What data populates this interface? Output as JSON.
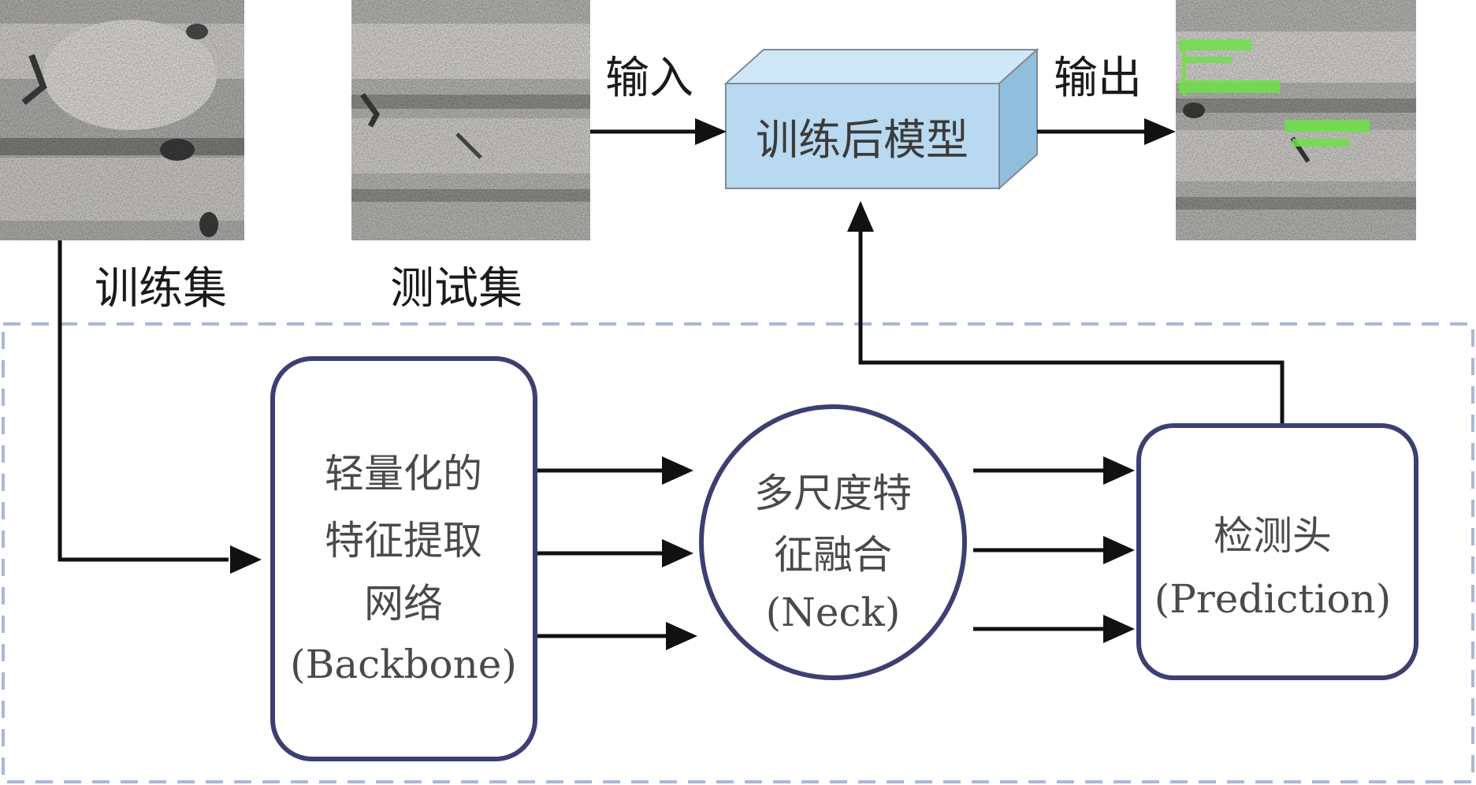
{
  "images": {
    "train": "train-image",
    "test": "test-image",
    "output": "output-image"
  },
  "labels": {
    "train_set": "训练集",
    "test_set": "测试集",
    "input": "输入",
    "output": "输出"
  },
  "model": {
    "label": "训练后模型"
  },
  "nodes": {
    "backbone": {
      "lines": [
        "轻量化的",
        "特征提取",
        "网络",
        "(Backbone)"
      ]
    },
    "neck": {
      "lines": [
        "多尺度特",
        "征融合",
        "(Neck)"
      ]
    },
    "head": {
      "lines": [
        "检测头",
        "(Prediction)"
      ]
    }
  },
  "colors": {
    "node_border": "#3d3f72",
    "dashed_frame": "#a9b8d8",
    "model_front": "#b8d9ef",
    "model_top": "#cfe7f7",
    "model_side": "#92bedd",
    "detection": "#6fe04a",
    "arrow": "#111111"
  }
}
